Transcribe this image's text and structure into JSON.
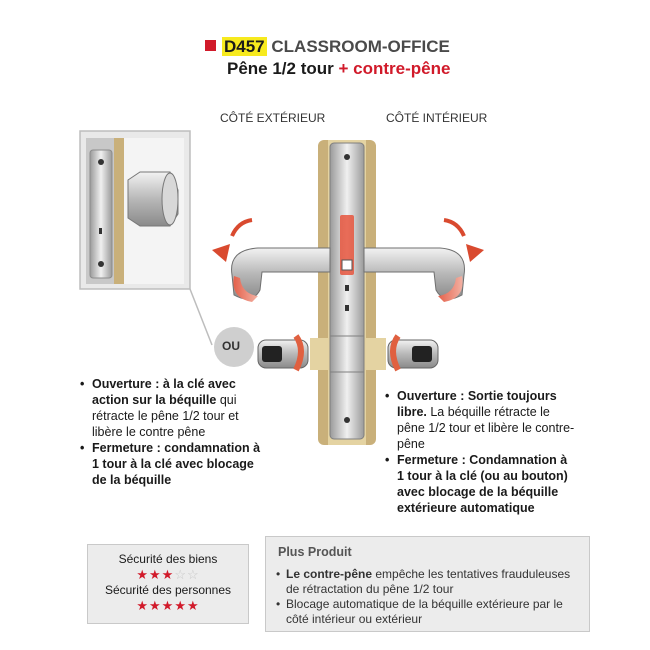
{
  "title": {
    "code": "D457",
    "name": "CLASSROOM-OFFICE",
    "subtitle_main": "Pêne 1/2 tour",
    "subtitle_accent": "+ contre-pêne"
  },
  "labels": {
    "exterior": "CÔTÉ EXTÉRIEUR",
    "interior": "CÔTÉ INTÉRIEUR",
    "ou": "OU"
  },
  "left_info": [
    {
      "bold": "Ouverture : à la clé avec action sur la béquille",
      "rest": " qui rétracte le pêne 1/2 tour et libère le contre pêne"
    },
    {
      "bold": "Fermeture : condamnation à 1 tour à la clé avec blocage de la béquille",
      "rest": ""
    }
  ],
  "right_info": [
    {
      "bold": "Ouverture : Sortie toujours libre.",
      "rest": " La béquille rétracte le pêne 1/2 tour et libère le contre-pêne"
    },
    {
      "bold": "Fermeture : Condamnation à 1 tour à la clé (ou au bouton) avec blocage de la béquille extérieure automatique",
      "rest": ""
    }
  ],
  "ratings": {
    "biens_label": "Sécurité des biens",
    "biens_stars": 3,
    "personnes_label": "Sécurité des personnes",
    "personnes_stars": 5,
    "max_stars": 5
  },
  "plus_produit": {
    "title": "Plus Produit",
    "items": [
      {
        "bold": "Le contre-pêne",
        "rest": " empêche les tentatives frauduleuses de rétractation du pêne 1/2 tour"
      },
      {
        "bold": "",
        "rest": "Blocage automatique de la béquille extérieure par le côté intérieur ou extérieur"
      }
    ]
  },
  "colors": {
    "accent_red": "#d11a2a",
    "highlight_yellow": "#f7ea1e",
    "box_gray": "#ececec",
    "door_wood": "#c9b07a"
  }
}
